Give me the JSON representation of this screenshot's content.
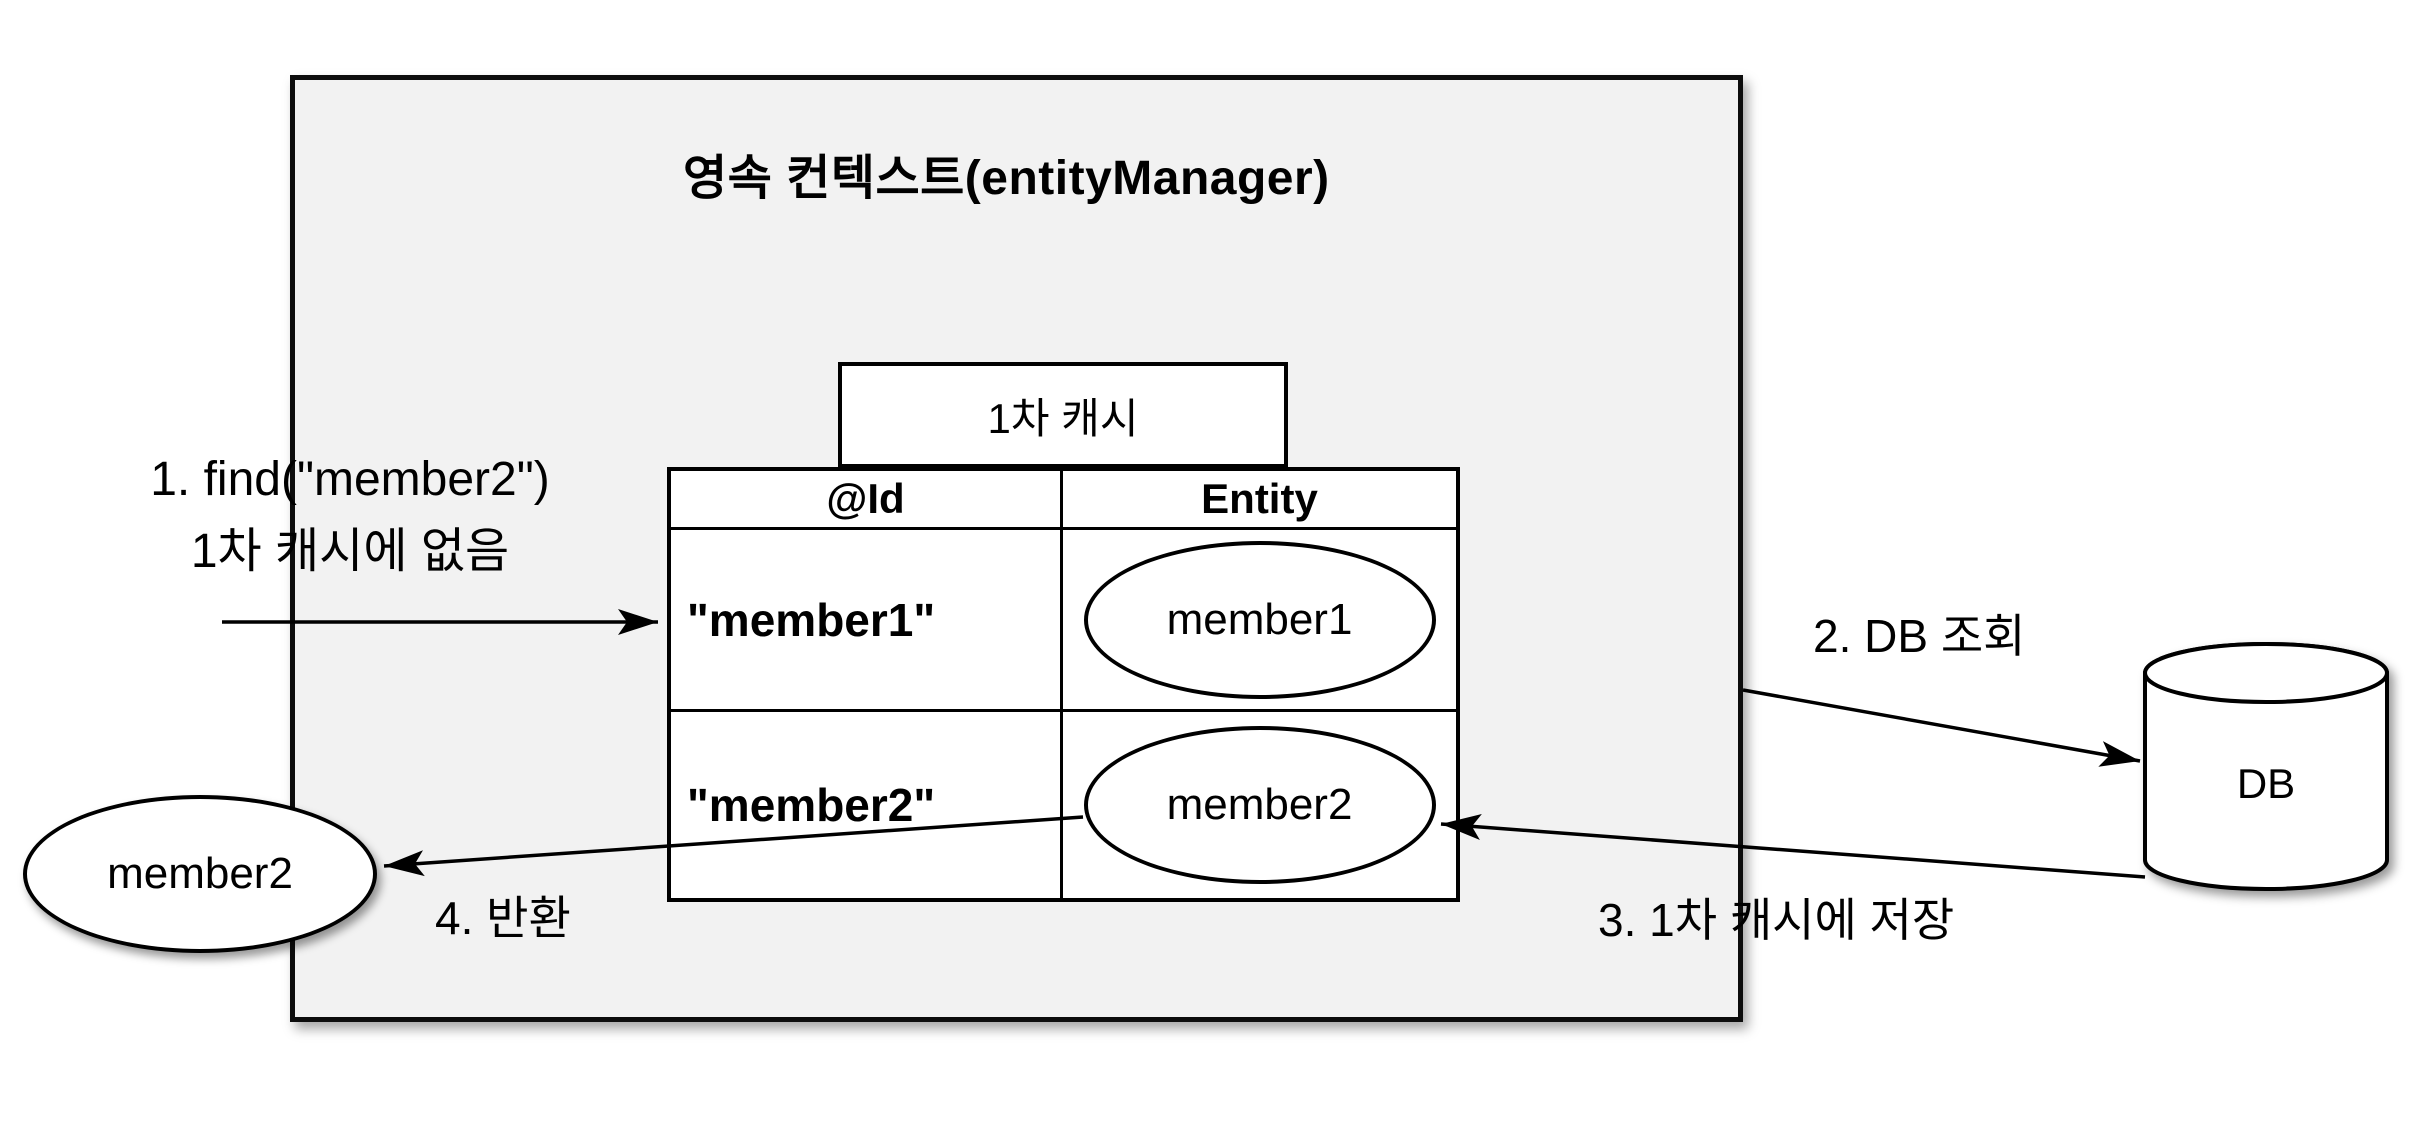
{
  "colors": {
    "background": "#ffffff",
    "context_fill": "#f2f2f2",
    "shape_fill": "#ffffff",
    "stroke": "#000000"
  },
  "context": {
    "title": "영속 컨텍스트(entityManager)"
  },
  "cache": {
    "label": "1차 캐시"
  },
  "cache_table": {
    "columns": [
      "@Id",
      "Entity"
    ],
    "rows": [
      {
        "id": "\"member1\"",
        "entity": "member1"
      },
      {
        "id": "\"member2\"",
        "entity": "member2"
      }
    ]
  },
  "result_entity": {
    "label": "member2"
  },
  "database": {
    "label": "DB"
  },
  "steps": {
    "find": {
      "line1": "1. find(\"member2\")",
      "line2": "1차 캐시에 없음"
    },
    "db_query": {
      "label": "2. DB 조회"
    },
    "store_cache": {
      "label": "3. 1차 캐시에 저장"
    },
    "return": {
      "label": "4. 반환"
    }
  }
}
